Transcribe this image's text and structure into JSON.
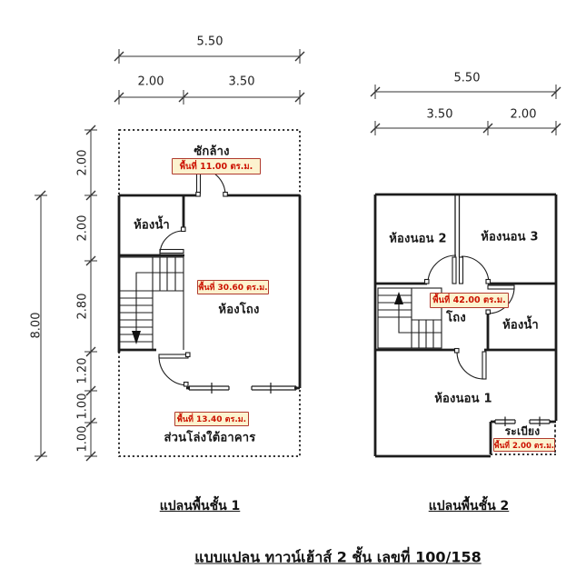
{
  "title": "แบบแปลน ทาวน์เฮ้าส์ 2 ชั้น เลขที่ 100/158",
  "floor1": {
    "caption": "แปลนพื้นชั้น 1",
    "rooms": {
      "laundry": {
        "label": "ซักล้าง",
        "area": "พื้นที่ 11.00 ตร.ม."
      },
      "bathroom": {
        "label": "ห้องน้ำ"
      },
      "hall": {
        "label": "ห้องโถง",
        "area": "พื้นที่ 30.60 ตร.ม."
      },
      "open_space": {
        "label": "ส่วนโล่งใต้อาคาร",
        "area": "พื้นที่ 13.40 ตร.ม."
      }
    },
    "dims": {
      "top_total": "5.50",
      "top_left": "2.00",
      "top_right": "3.50",
      "side_total": "8.00",
      "side_segments": [
        "2.00",
        "2.00",
        "2.80",
        "1.20",
        "1.00",
        "1.00"
      ]
    }
  },
  "floor2": {
    "caption": "แปลนพื้นชั้น 2",
    "rooms": {
      "bedroom2": {
        "label": "ห้องนอน 2"
      },
      "bedroom3": {
        "label": "ห้องนอน 3"
      },
      "hall": {
        "label": "โถง",
        "area": "พื้นที่ 42.00 ตร.ม."
      },
      "bathroom": {
        "label": "ห้องน้ำ"
      },
      "bedroom1": {
        "label": "ห้องนอน 1"
      },
      "balcony": {
        "label": "ระเบียง",
        "area": "พื้นที่ 2.00 ตร.ม."
      }
    },
    "dims": {
      "top_total": "5.50",
      "top_left": "3.50",
      "top_right": "2.00"
    }
  },
  "colors": {
    "wall": "#1c1c1c",
    "dimension": "#333333",
    "area_box_bg": "#fcf3cf",
    "area_box_border": "#b03a2e",
    "area_box_text": "#cc1100"
  }
}
